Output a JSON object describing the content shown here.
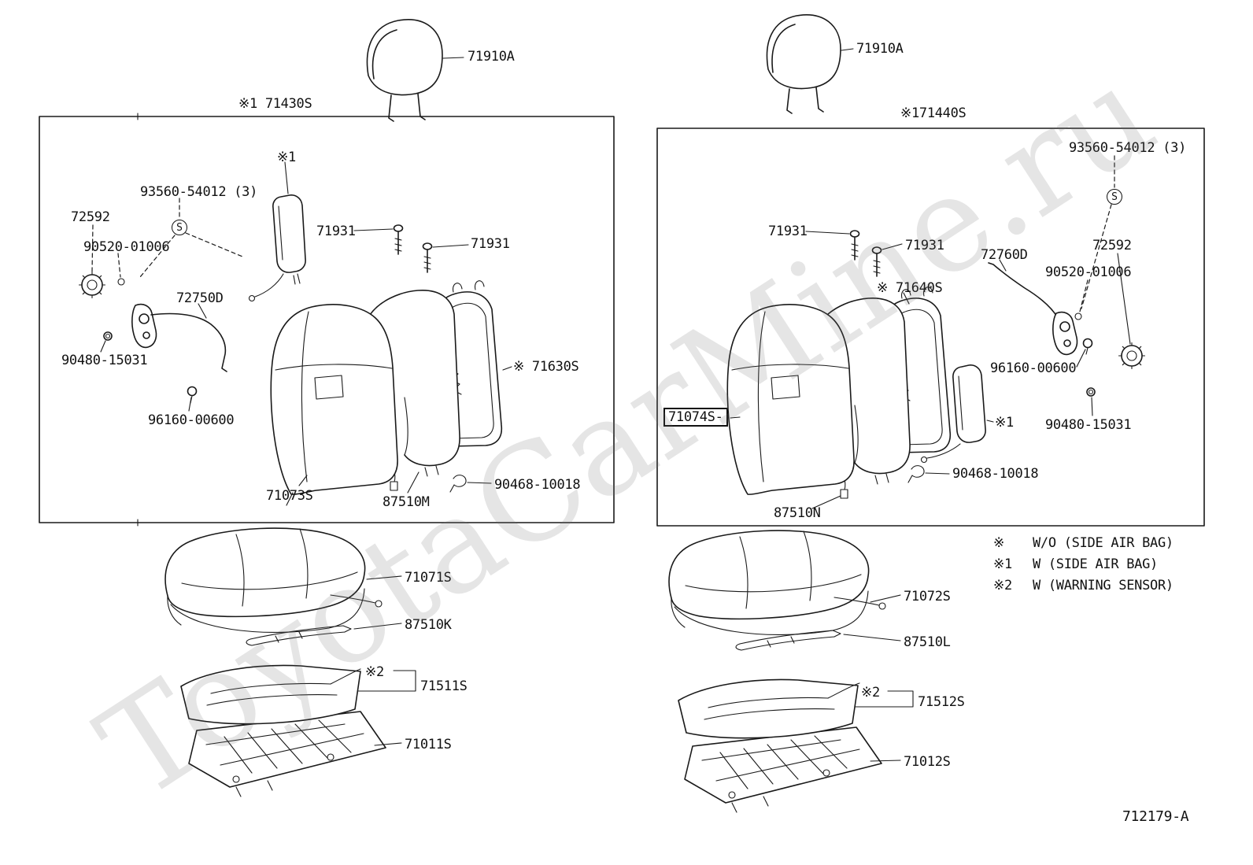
{
  "watermark": "ToyotaCarMine.ru",
  "doc_number": "712179-A",
  "headrests": {
    "left": "71910A",
    "right": "71910A"
  },
  "left_assembly": {
    "box_title": "※1 71430S",
    "airbag_mark": "※1",
    "screw_kit": "93560-54012 (3)",
    "s_marker": "S",
    "recline_knob": "72592",
    "washer": "90520-01006",
    "bolt_a": "71931",
    "bolt_b": "71931",
    "recliner_rod": "72750D",
    "nut": "90480-15031",
    "seatback_frame": "※ 71630S",
    "cap": "96160-00600",
    "seatback_cover": "71073S",
    "seatback_pad": "87510M",
    "clip": "90468-10018",
    "cushion_cover": "71071S",
    "cushion_wire": "87510K",
    "sensor_mark": "※2",
    "heater": "71511S",
    "cushion_frame": "71011S"
  },
  "right_assembly": {
    "box_title": "※171440S",
    "airbag_mark": "※1",
    "screw_kit": "93560-54012 (3)",
    "s_marker": "S",
    "recline_knob": "72592",
    "washer": "90520-01006",
    "bolt_a": "71931",
    "bolt_b": "71931",
    "recliner_rod": "72760D",
    "nut": "90480-15031",
    "seatback_frame": "※ 71640S",
    "cap": "96160-00600",
    "seatback_cover": "71074S-",
    "seatback_pad": "87510N",
    "clip": "90468-10018",
    "cushion_cover": "71072S",
    "cushion_wire": "87510L",
    "sensor_mark": "※2",
    "heater": "71512S",
    "cushion_frame": "71012S"
  },
  "legend": {
    "rows": [
      {
        "symbol": "※",
        "text": "W/O (SIDE AIR BAG)"
      },
      {
        "symbol": "※1",
        "text": "W (SIDE AIR BAG)"
      },
      {
        "symbol": "※2",
        "text": "W (WARNING SENSOR)"
      }
    ]
  }
}
